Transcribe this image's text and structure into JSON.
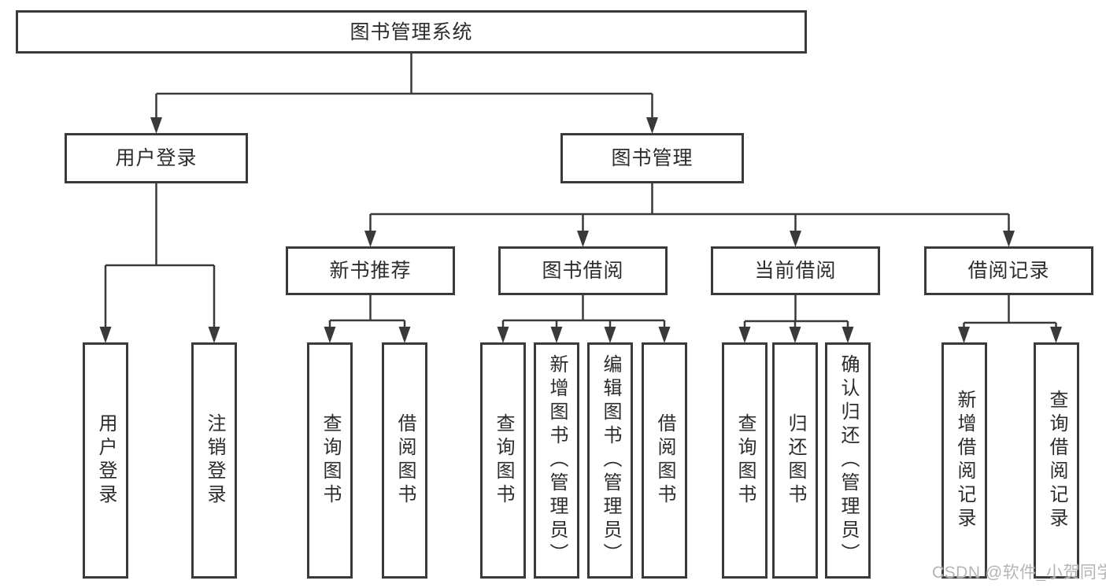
{
  "diagram": {
    "watermark": "CSDN @软件_小贺同学",
    "colors": {
      "line": "#3a3a3c",
      "box_border": "#3a3a3c",
      "text": "#2c2c2e",
      "watermark_text": "#b5b5b5",
      "background": "#ffffff"
    },
    "root": {
      "label": "图书管理系统",
      "children": [
        {
          "label": "用户登录",
          "children": [
            {
              "label": "用户登录"
            },
            {
              "label": "注销登录"
            }
          ]
        },
        {
          "label": "图书管理",
          "children": [
            {
              "label": "新书推荐",
              "children": [
                {
                  "label": "查询图书"
                },
                {
                  "label": "借阅图书"
                }
              ]
            },
            {
              "label": "图书借阅",
              "children": [
                {
                  "label": "查询图书"
                },
                {
                  "label": "新增图书（管理员）"
                },
                {
                  "label": "编辑图书（管理员）"
                },
                {
                  "label": "借阅图书"
                }
              ]
            },
            {
              "label": "当前借阅",
              "children": [
                {
                  "label": "查询图书"
                },
                {
                  "label": "归还图书"
                },
                {
                  "label": "确认归还（管理员）"
                }
              ]
            },
            {
              "label": "借阅记录",
              "children": [
                {
                  "label": "新增借阅记录"
                },
                {
                  "label": "查询借阅记录"
                }
              ]
            }
          ]
        }
      ]
    }
  }
}
